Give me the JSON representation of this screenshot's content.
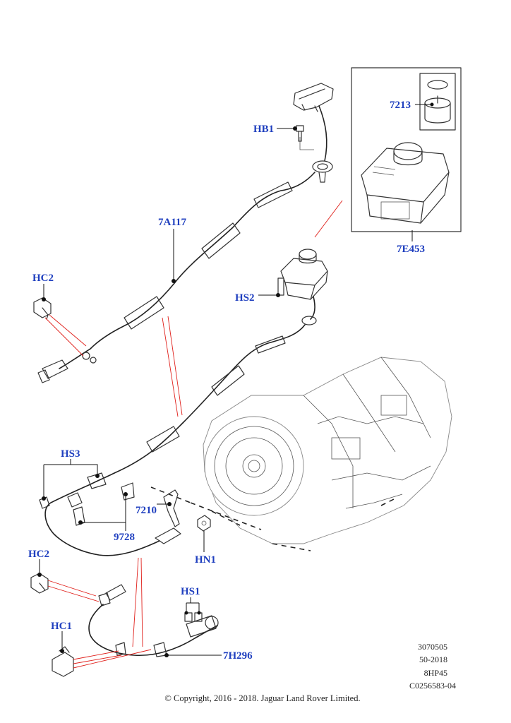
{
  "callouts": {
    "hb1": "HB1",
    "p7a117": "7A117",
    "hc2_top": "HC2",
    "hs2": "HS2",
    "p7213": "7213",
    "p7e453": "7E453",
    "hs3": "HS3",
    "p7210": "7210",
    "p9728": "9728",
    "hn1": "HN1",
    "hc2_bottom": "HC2",
    "hs1": "HS1",
    "hc1": "HC1",
    "p7h296": "7H296"
  },
  "reference": {
    "line1": "3070505",
    "line2": "50-2018",
    "line3": "8HP45",
    "line4": "C0256583-04"
  },
  "copyright": "© Copyright, 2016 - 2018. Jaguar Land Rover Limited.",
  "colors": {
    "callout": "#1f3fbf",
    "guide_line": "#e0201b",
    "line_art": "#333333"
  }
}
